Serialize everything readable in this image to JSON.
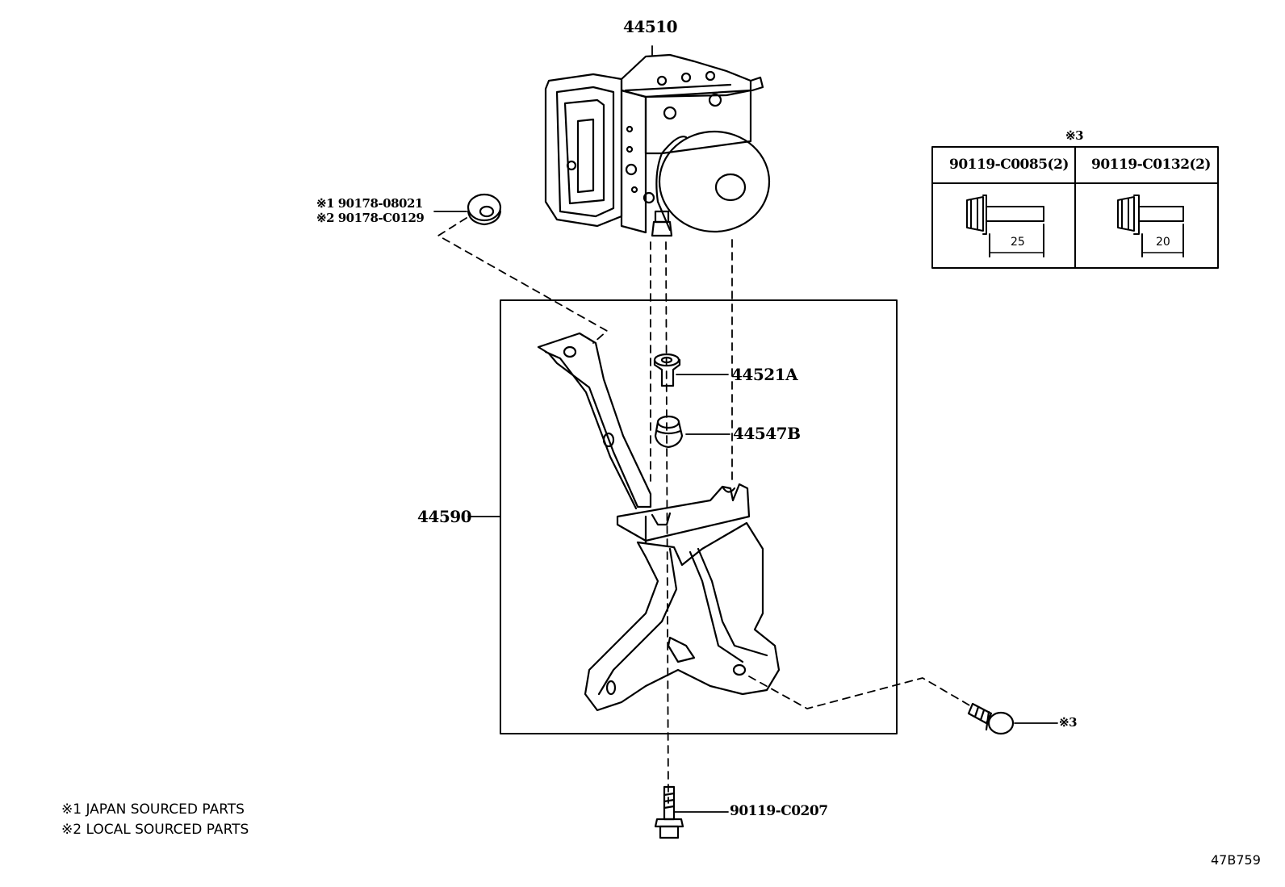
{
  "parts": {
    "actuator": "44510",
    "collar": "44521A",
    "cushion": "44547B",
    "bracket": "44590",
    "bolt_bottom": "90119-C0207",
    "nut_note1": "※1 90178-08021",
    "nut_note2": "※2 90178-C0129",
    "bolt_side_ref": "※3"
  },
  "bolt_table": {
    "ref": "※3",
    "columns": [
      {
        "part": "90119-C0085(2)",
        "length": "25"
      },
      {
        "part": "90119-C0132(2)",
        "length": "20"
      }
    ]
  },
  "notes": [
    "※1 JAPAN SOURCED PARTS",
    "※2 LOCAL SOURCED PARTS"
  ],
  "figure_id": "47B759"
}
